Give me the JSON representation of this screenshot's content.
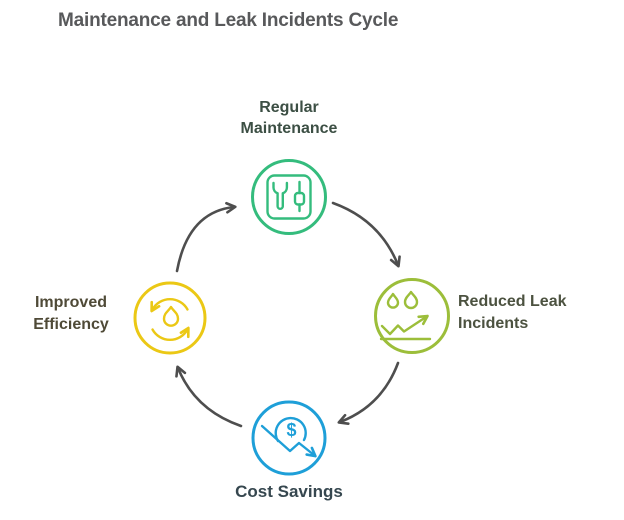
{
  "title": "Maintenance and Leak Incidents Cycle",
  "colors": {
    "green": "#34BC7D",
    "yellow_green": "#9CBE3A",
    "blue": "#1E9FD8",
    "yellow": "#EBC815",
    "arrow_gray": "#4E4E4E",
    "title_text": "#58595B"
  },
  "cycle": {
    "nodes": [
      {
        "id": "regular-maintenance",
        "label": "Regular\nMaintenance",
        "color": "#34BC7D",
        "icon": "wrench-screwdriver-icon",
        "position": "top"
      },
      {
        "id": "reduced-leak-incidents",
        "label": "Reduced Leak\nIncidents",
        "color": "#9CBE3A",
        "icon": "droplets-trend-up-icon",
        "position": "right"
      },
      {
        "id": "cost-savings",
        "label": "Cost Savings",
        "color": "#1E9FD8",
        "icon": "dollar-decrease-icon",
        "symbol": "$",
        "position": "bottom"
      },
      {
        "id": "improved-efficiency",
        "label": "Improved\nEfficiency",
        "color": "#EBC815",
        "icon": "droplet-recycle-icon",
        "position": "left"
      }
    ],
    "arrows": [
      {
        "from": "regular-maintenance",
        "to": "reduced-leak-incidents"
      },
      {
        "from": "reduced-leak-incidents",
        "to": "cost-savings"
      },
      {
        "from": "cost-savings",
        "to": "improved-efficiency"
      },
      {
        "from": "improved-efficiency",
        "to": "regular-maintenance"
      }
    ]
  }
}
